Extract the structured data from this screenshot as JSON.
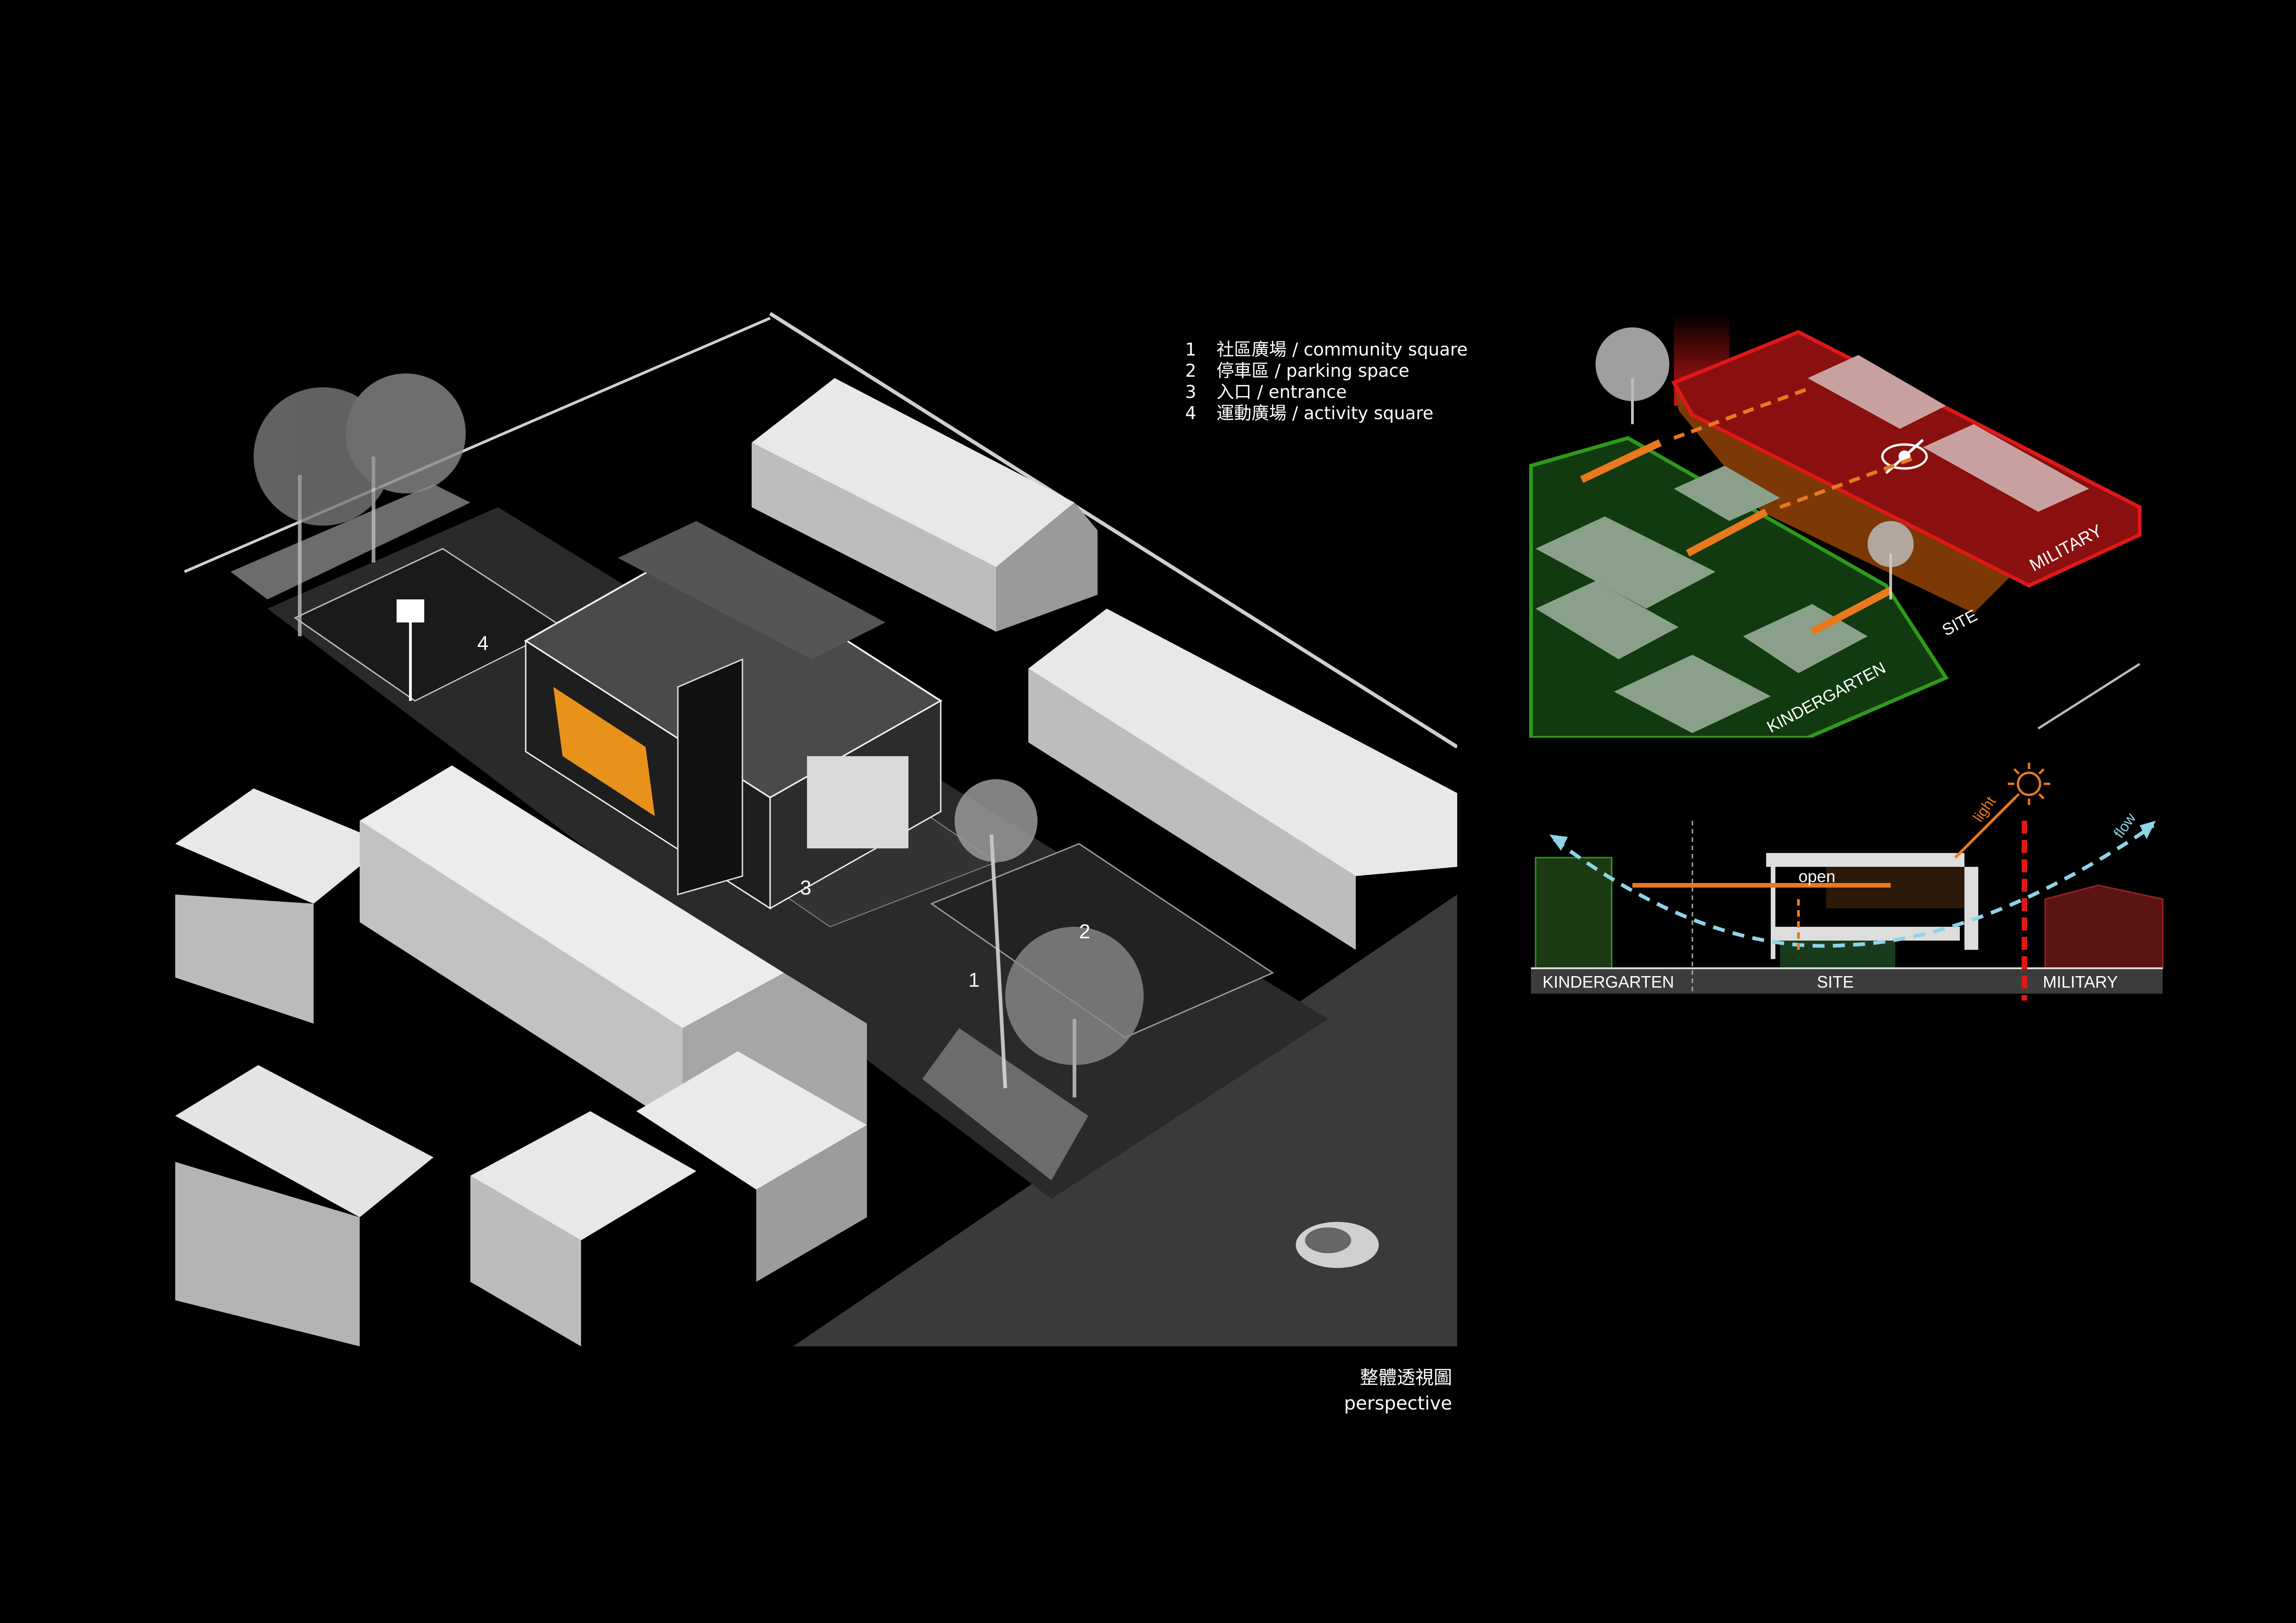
{
  "legend": [
    {
      "num": "1",
      "text": "社區廣場 / community square"
    },
    {
      "num": "2",
      "text": "停車區 / parking space"
    },
    {
      "num": "3",
      "text": "入口 / entrance"
    },
    {
      "num": "4",
      "text": "運動廣場 / activity square"
    }
  ],
  "plan_markers": {
    "m1": "1",
    "m2": "2",
    "m3": "3",
    "m4": "4"
  },
  "plan_labels": {
    "kindergarten": "KINDERGARTEN",
    "site": "SITE",
    "military": "MILITARY"
  },
  "section": {
    "kindergarten": "KINDERGARTEN",
    "site": "SITE",
    "military": "MILITARY",
    "open": "open",
    "light": "light",
    "flow": "flow"
  },
  "caption": {
    "zh": "整體透視圖",
    "en": "perspective"
  },
  "colors": {
    "accent_orange": "#e8791f",
    "military_red": "#e01818",
    "kindergarten_green": "#2e9a1a",
    "wind_blue": "#8fd3e8",
    "building_grey": "#d8d8d8"
  }
}
